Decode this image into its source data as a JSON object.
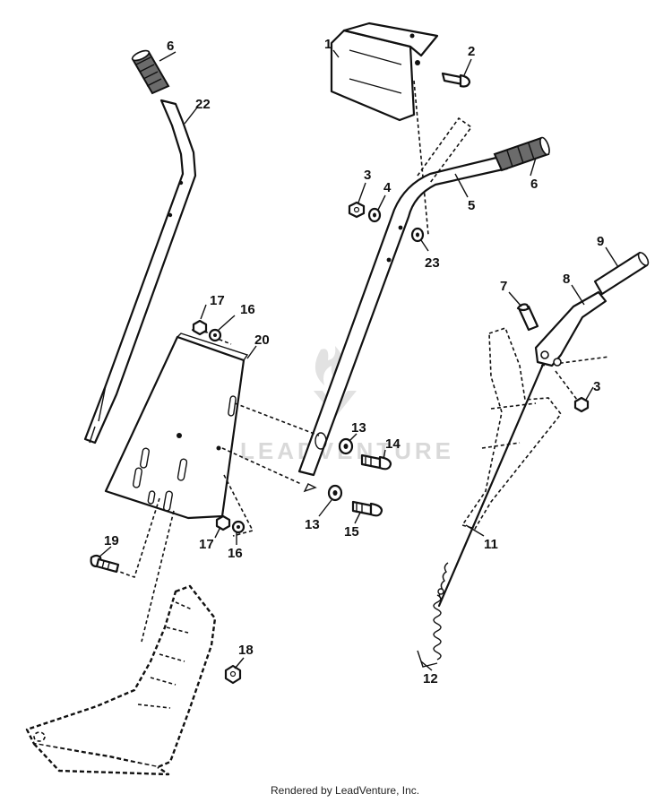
{
  "callouts": {
    "c1": "1",
    "c2": "2",
    "c3a": "3",
    "c3b": "3",
    "c4": "4",
    "c5": "5",
    "c6a": "6",
    "c6b": "6",
    "c7": "7",
    "c8": "8",
    "c9": "9",
    "c11": "11",
    "c12": "12",
    "c13a": "13",
    "c13b": "13",
    "c14": "14",
    "c15": "15",
    "c16a": "16",
    "c16b": "16",
    "c17a": "17",
    "c17b": "17",
    "c18": "18",
    "c19": "19",
    "c20": "20",
    "c22": "22",
    "c23": "23"
  },
  "watermark": "LEADVENTURE",
  "footer": "Rendered by LeadVenture, Inc."
}
